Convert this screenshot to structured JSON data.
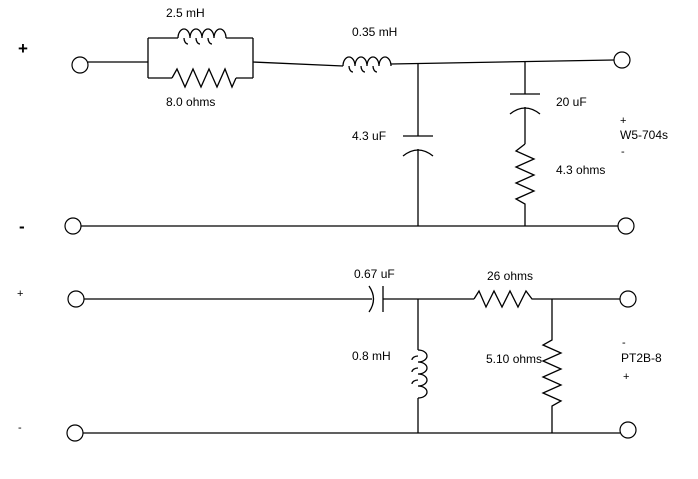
{
  "upper_circuit": {
    "input_plus": "+",
    "input_minus": "-",
    "inductor_l1": "2.5 mH",
    "resistor_r1": "8.0 ohms",
    "inductor_l2": "0.35 mH",
    "capacitor_c1": "4.3 uF",
    "capacitor_c2": "20 uF",
    "resistor_r2": "4.3 ohms",
    "driver_plus": "+",
    "driver_name": "W5-704s",
    "driver_minus": "-"
  },
  "lower_circuit": {
    "input_plus": "+",
    "input_minus": "-",
    "capacitor_c1": "0.67 uF",
    "resistor_r1": "26 ohms",
    "inductor_l1": "0.8 mH",
    "resistor_r2": "5.10 ohms",
    "driver_minus": "-",
    "driver_name": "PT2B-8",
    "driver_plus": "+"
  }
}
